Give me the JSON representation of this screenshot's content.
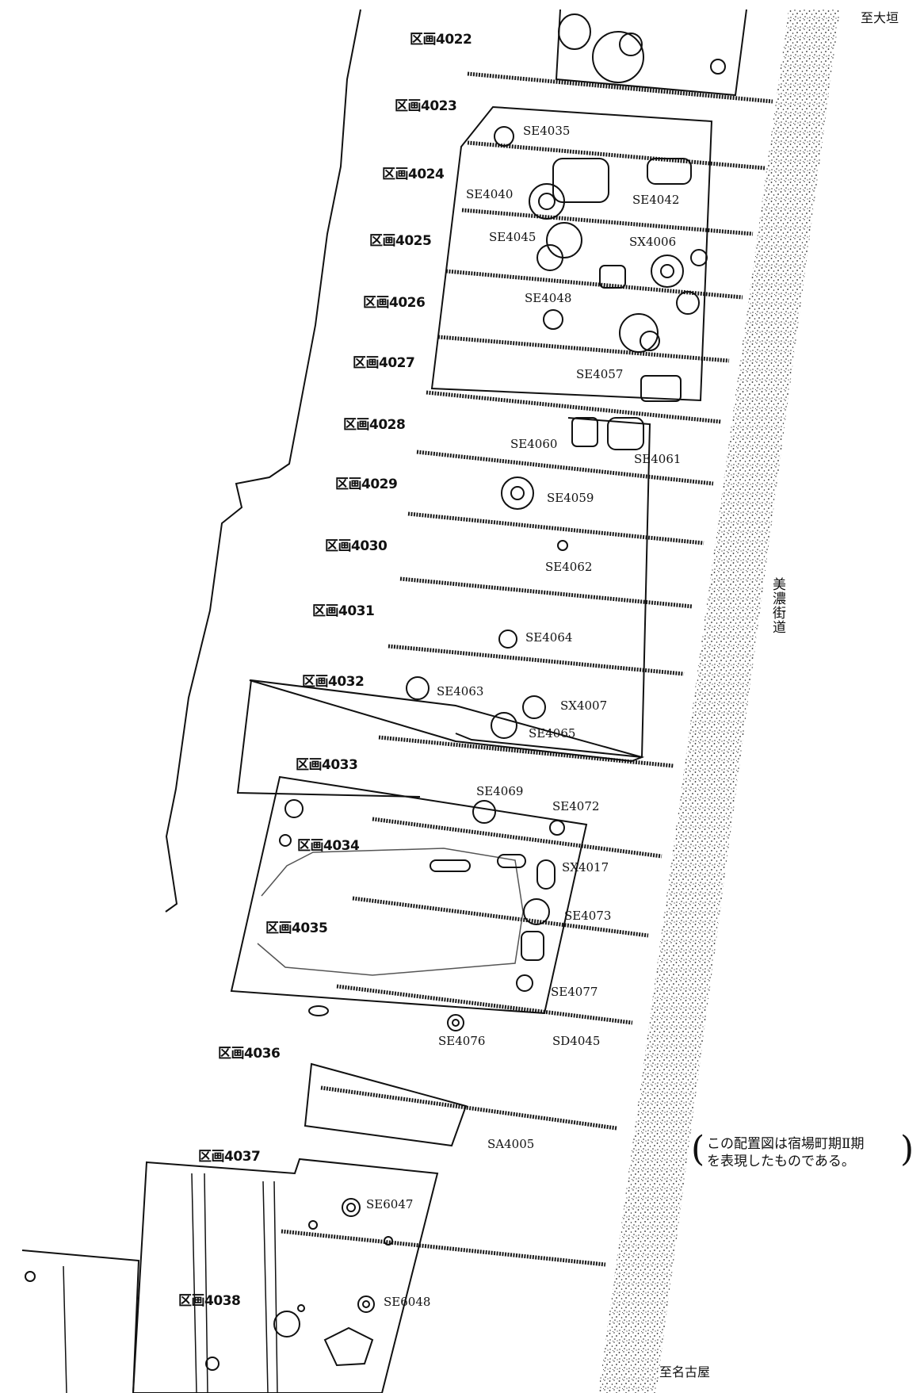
{
  "destinations": {
    "north": "至大垣",
    "south": "至名古屋"
  },
  "road": {
    "label": "美濃街道"
  },
  "note": {
    "line1": "この配置図は宿場町期Ⅱ期",
    "line2": "を表現したものである。"
  },
  "sections": [
    {
      "label": "区画4022"
    },
    {
      "label": "区画4023"
    },
    {
      "label": "区画4024"
    },
    {
      "label": "区画4025"
    },
    {
      "label": "区画4026"
    },
    {
      "label": "区画4027"
    },
    {
      "label": "区画4028"
    },
    {
      "label": "区画4029"
    },
    {
      "label": "区画4030"
    },
    {
      "label": "区画4031"
    },
    {
      "label": "区画4032"
    },
    {
      "label": "区画4033"
    },
    {
      "label": "区画4034"
    },
    {
      "label": "区画4035"
    },
    {
      "label": "区画4036"
    },
    {
      "label": "区画4037"
    },
    {
      "label": "区画4038"
    }
  ],
  "features": [
    {
      "label": "SE4035"
    },
    {
      "label": "SE4040"
    },
    {
      "label": "SE4042"
    },
    {
      "label": "SE4045"
    },
    {
      "label": "SX4006"
    },
    {
      "label": "SE4048"
    },
    {
      "label": "SE4057"
    },
    {
      "label": "SE4060"
    },
    {
      "label": "SE4061"
    },
    {
      "label": "SE4059"
    },
    {
      "label": "SE4062"
    },
    {
      "label": "SE4064"
    },
    {
      "label": "SE4063"
    },
    {
      "label": "SX4007"
    },
    {
      "label": "SE4065"
    },
    {
      "label": "SE4069"
    },
    {
      "label": "SE4072"
    },
    {
      "label": "SX4017"
    },
    {
      "label": "SE4073"
    },
    {
      "label": "SE4077"
    },
    {
      "label": "SE4076"
    },
    {
      "label": "SD4045"
    },
    {
      "label": "SA4005"
    },
    {
      "label": "SE6047"
    },
    {
      "label": "SE6048"
    }
  ]
}
